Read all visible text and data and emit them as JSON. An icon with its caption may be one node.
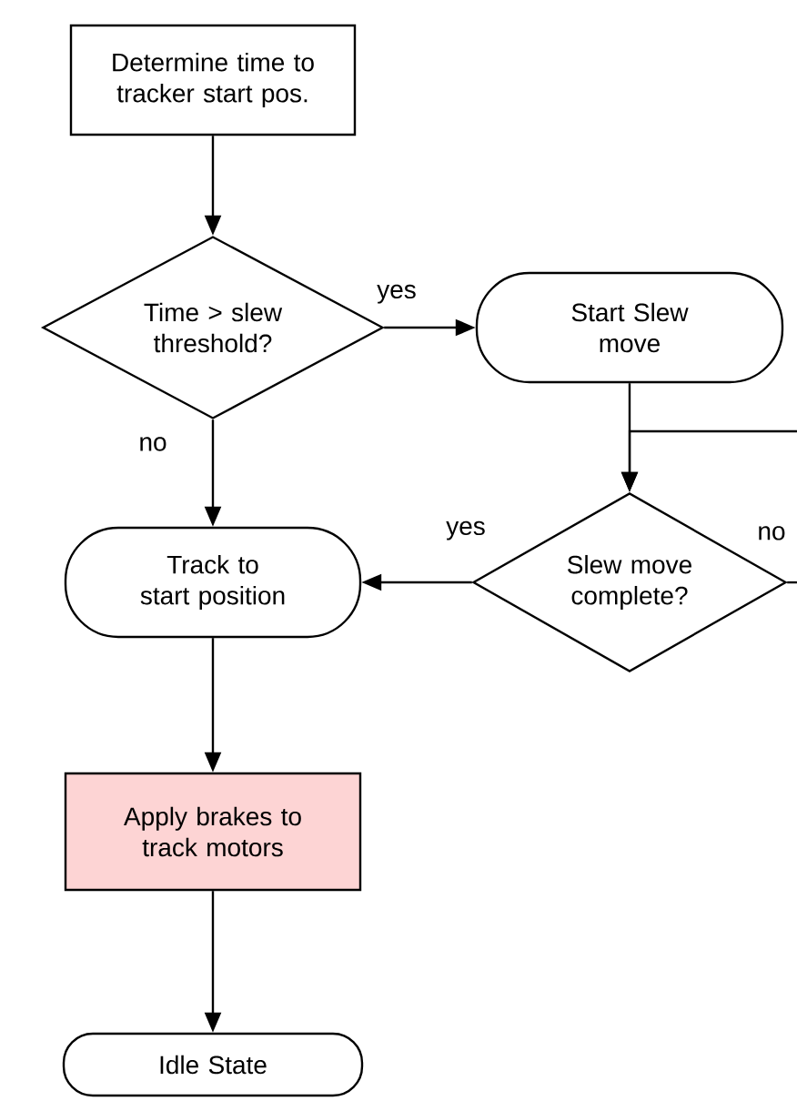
{
  "diagram": {
    "nodes": [
      {
        "text": [
          "Determine time to tracker start pos."
        ]
      },
      {
        "text": [
          "Time > slew threshold?"
        ]
      },
      {
        "text": [
          "Start Slew move"
        ]
      },
      {
        "text": [
          "Slew move complete?"
        ]
      },
      {
        "text": [
          "Track to start position"
        ]
      },
      {
        "text": [
          "Apply brakes to track motors"
        ]
      },
      {
        "text": [
          "Idle State"
        ]
      }
    ],
    "edges": [
      {
        "from": 0,
        "to": 1,
        "arrow": "to"
      },
      {
        "from": 1,
        "to": 2,
        "arrow": "to",
        "label": "yes"
      },
      {
        "from": 1,
        "to": 4,
        "arrow": "to",
        "label": "no"
      },
      {
        "from": 2,
        "to": 3,
        "arrow": "to"
      },
      {
        "from": 3,
        "to": 4,
        "arrow": "to",
        "label": "yes"
      },
      {
        "from": 3,
        "to": null,
        "arrow": "none",
        "label": "no"
      },
      {
        "from": null,
        "to": 3,
        "arrow": "to"
      },
      {
        "from": 4,
        "to": 5,
        "arrow": "to"
      },
      {
        "from": 5,
        "to": 6,
        "arrow": "to"
      }
    ]
  }
}
